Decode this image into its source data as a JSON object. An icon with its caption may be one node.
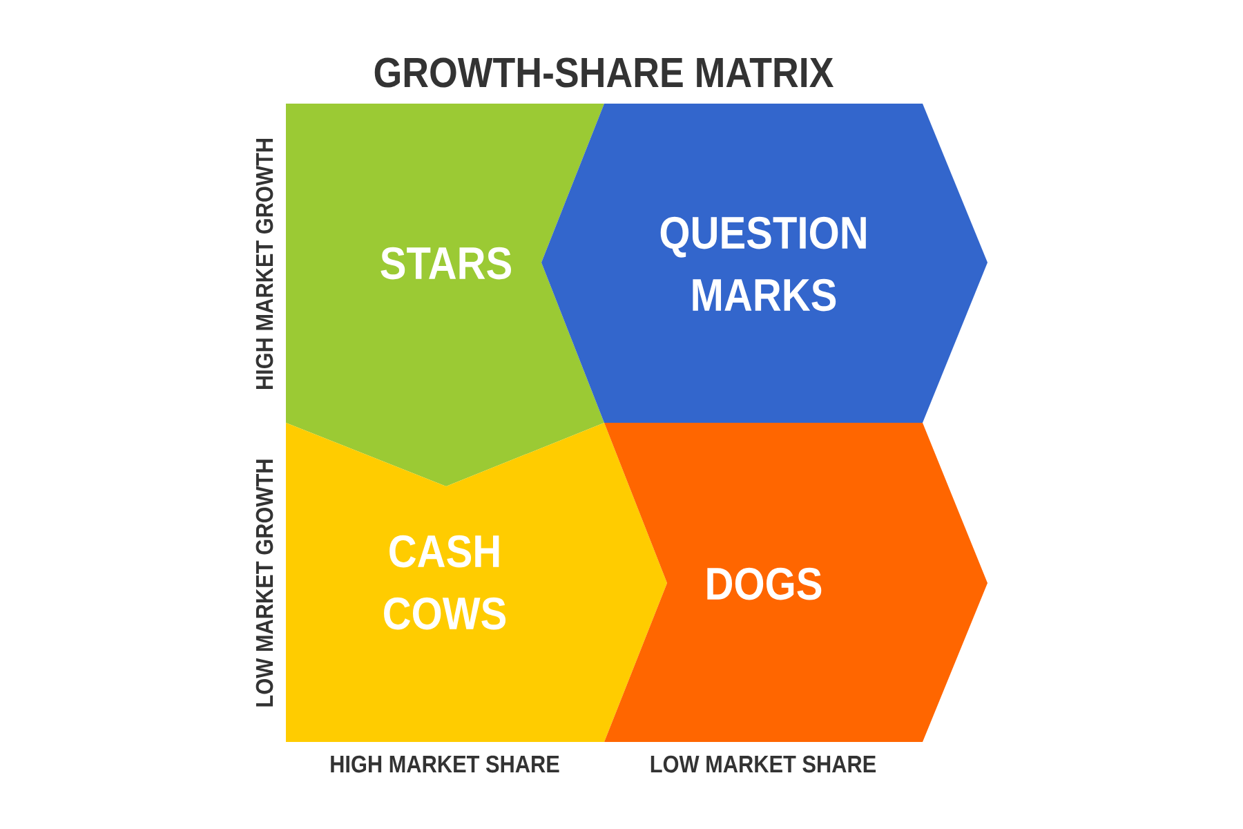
{
  "diagram": {
    "title": "GROWTH-SHARE MATRIX",
    "nodes": [
      {
        "text": [
          "STARS"
        ]
      },
      {
        "text": [
          "QUESTION MARKS"
        ]
      },
      {
        "text": [
          "CASH COWS"
        ]
      },
      {
        "text": [
          "DOGS"
        ]
      }
    ],
    "labels": [
      "HIGH MARKET GROWTH",
      "LOW MARKET GROWTH",
      "HIGH MARKET SHARE",
      "LOW MARKET SHARE"
    ]
  }
}
